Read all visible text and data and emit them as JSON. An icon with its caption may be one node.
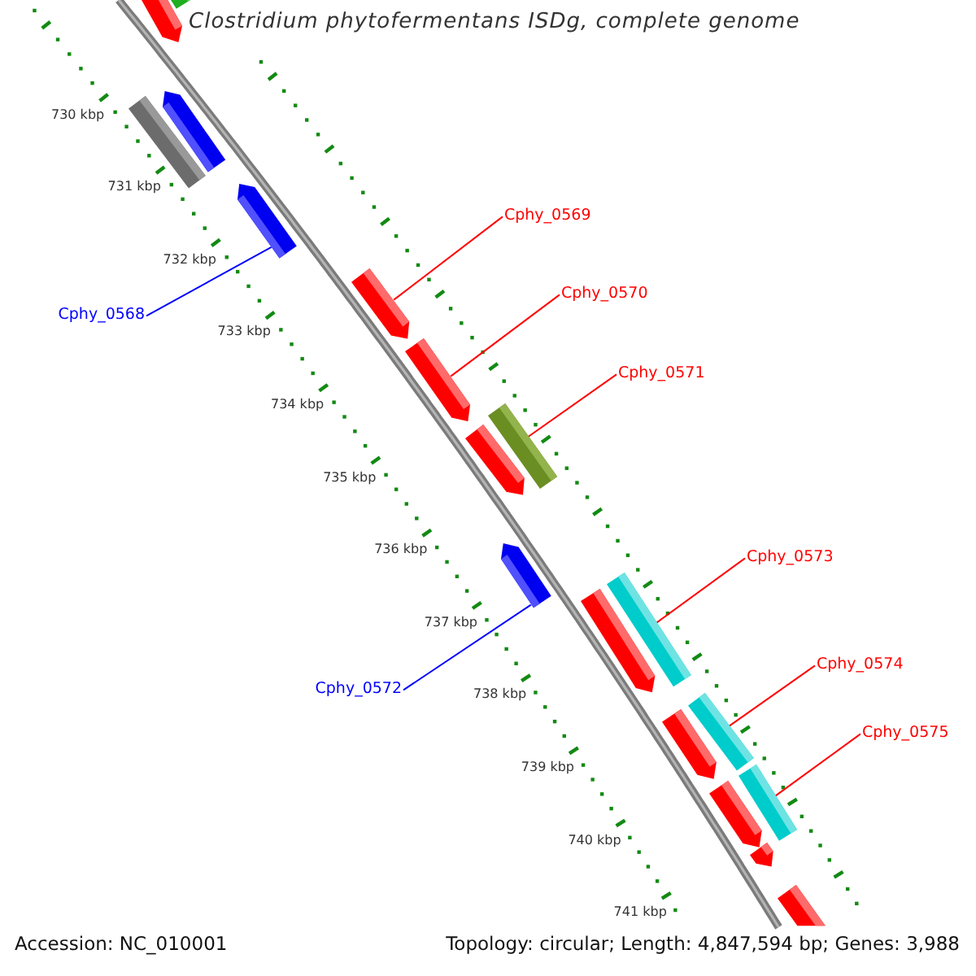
{
  "diagram": {
    "title": "Clostridium phytofermentans ISDg, complete genome",
    "nodes": [
      {
        "text": [
          "Cphy_0569"
        ]
      },
      {
        "text": [
          "Cphy_0570"
        ]
      },
      {
        "text": [
          "Cphy_0568"
        ]
      },
      {
        "text": [
          "Cphy_0571"
        ]
      },
      {
        "text": [
          "Cphy_0573"
        ]
      },
      {
        "text": [
          "Cphy_0572"
        ]
      },
      {
        "text": [
          "Cphy_0574"
        ]
      },
      {
        "text": [
          "Cphy_0575"
        ]
      },
      {
        "text": [],
        "shape": "arrow"
      },
      {
        "text": [],
        "shape": "bar"
      },
      {
        "text": [],
        "shape": "arrow"
      },
      {
        "text": [],
        "shape": "bar"
      },
      {
        "text": [],
        "shape": "arrow"
      },
      {
        "text": [],
        "shape": "arrow"
      },
      {
        "text": [],
        "shape": "arrow"
      },
      {
        "text": [],
        "shape": "bar"
      },
      {
        "text": [],
        "shape": "arrow"
      },
      {
        "text": [],
        "shape": "arrow"
      },
      {
        "text": [],
        "shape": "bar"
      },
      {
        "text": [],
        "shape": "arrow"
      },
      {
        "text": [],
        "shape": "bar"
      },
      {
        "text": [],
        "shape": "arrow"
      },
      {
        "text": [],
        "shape": "bar"
      },
      {
        "text": [],
        "shape": "arrow"
      },
      {
        "text": [],
        "shape": "arrow"
      },
      {
        "text": [],
        "shape": "bar"
      }
    ],
    "edges": [
      {
        "from": 0,
        "to": 13,
        "arrow": "none"
      },
      {
        "from": 1,
        "to": 14,
        "arrow": "none"
      },
      {
        "from": 2,
        "to": 12,
        "arrow": "none",
        "color": "#0000ff"
      },
      {
        "from": 3,
        "to": 15,
        "arrow": "none"
      },
      {
        "from": 4,
        "to": 18,
        "arrow": "none"
      },
      {
        "from": 5,
        "to": 17,
        "arrow": "none",
        "color": "#0000ff"
      },
      {
        "from": 6,
        "to": 20,
        "arrow": "none"
      },
      {
        "from": 7,
        "to": 22,
        "arrow": "none"
      }
    ],
    "labels": [
      "730 kbp",
      "731 kbp",
      "732 kbp",
      "733 kbp",
      "734 kbp",
      "735 kbp",
      "736 kbp",
      "737 kbp",
      "738 kbp",
      "739 kbp",
      "740 kbp",
      "741 kbp",
      "Accession: NC_010001",
      "Topology: circular; Length: 4,847,594 bp; Genes: 3,988"
    ]
  }
}
